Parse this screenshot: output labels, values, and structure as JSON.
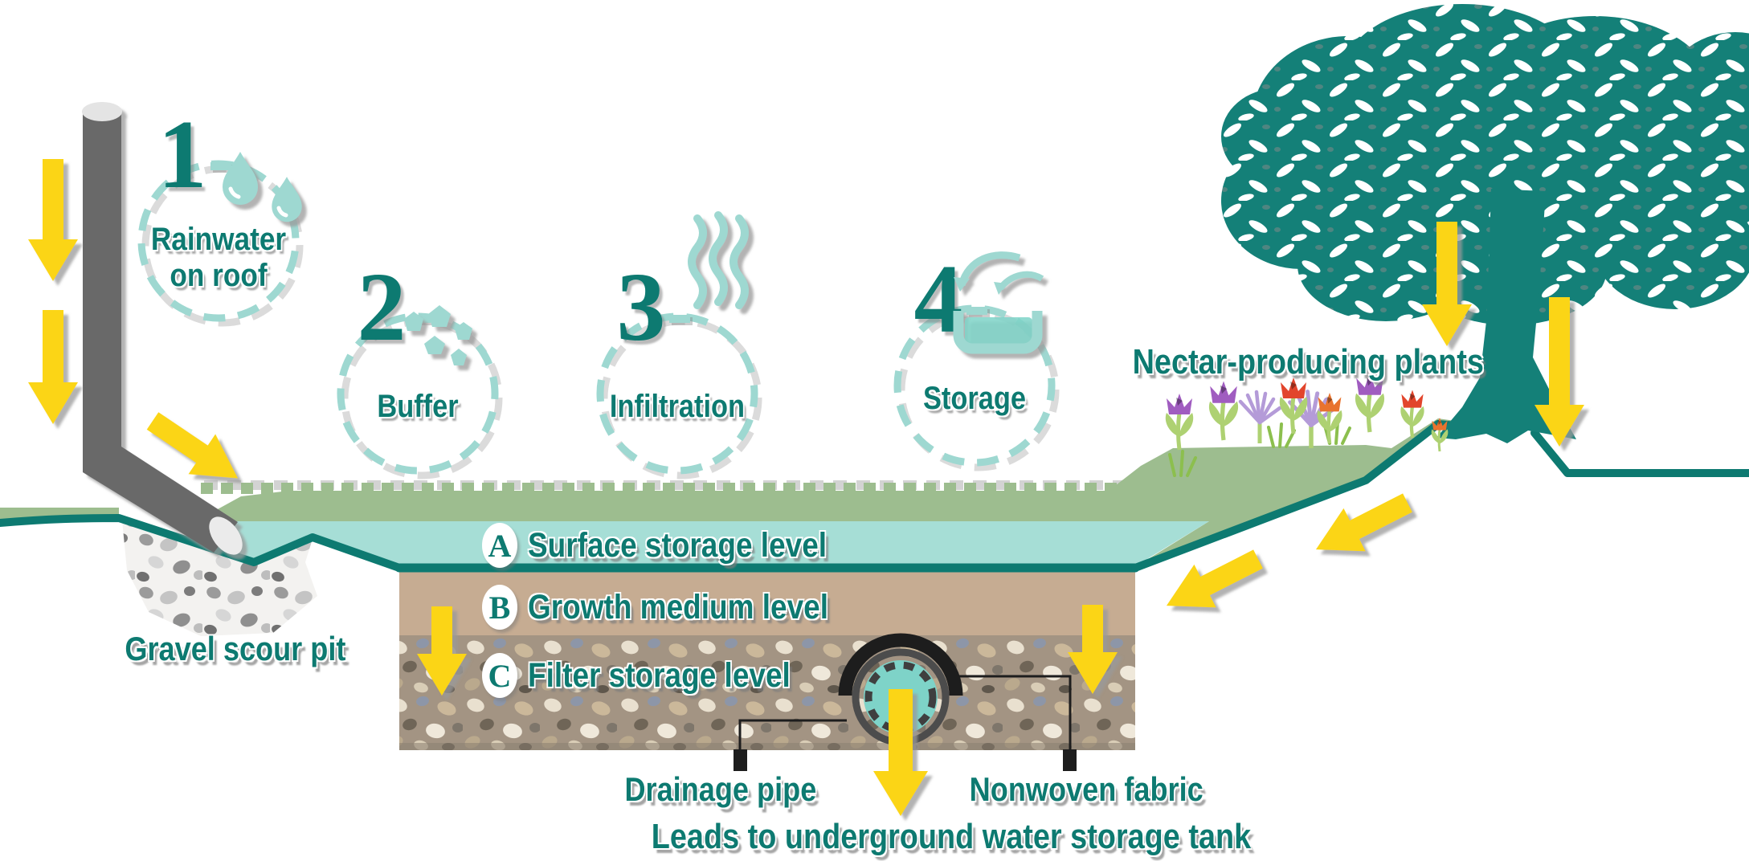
{
  "diagram": {
    "steps": [
      {
        "number": "1",
        "label": "Rainwater on roof",
        "icon": "water-drops-icon"
      },
      {
        "number": "2",
        "label": "Buffer",
        "icon": "pebbles-icon"
      },
      {
        "number": "3",
        "label": "Infiltration",
        "icon": "infiltration-vapour-icon"
      },
      {
        "number": "4",
        "label": "Storage",
        "icon": "storage-basin-icon"
      }
    ],
    "levels": [
      {
        "letter": "A",
        "label": "Surface storage level"
      },
      {
        "letter": "B",
        "label": "Growth medium level"
      },
      {
        "letter": "C",
        "label": "Filter storage level"
      }
    ],
    "annotations": {
      "gravel_scour_pit": "Gravel scour pit",
      "nectar_plants": "Nectar-producing plants",
      "drainage_pipe": "Drainage pipe",
      "nonwoven_fabric": "Nonwoven fabric",
      "leads_to": "Leads to underground water storage tank"
    },
    "colors": {
      "teal_dark": "#0d7a71",
      "teal_light": "#9ed8d1",
      "water": "#a6ded6",
      "water_bright": "#7ed3c8",
      "grass": "#9dbd8f",
      "soil_tan": "#c6ac92",
      "filter_soil": "#a39483",
      "arrow_yellow": "#fbd516",
      "pipe_grey": "#696969",
      "ink_black": "#1d1d1d",
      "tree_teal": "#148078",
      "flower_purple": "#a05cc0",
      "flower_red": "#e2452c",
      "flower_orange": "#e8732e",
      "flower_lavender": "#b49bd8",
      "stem_green": "#aed172"
    }
  }
}
